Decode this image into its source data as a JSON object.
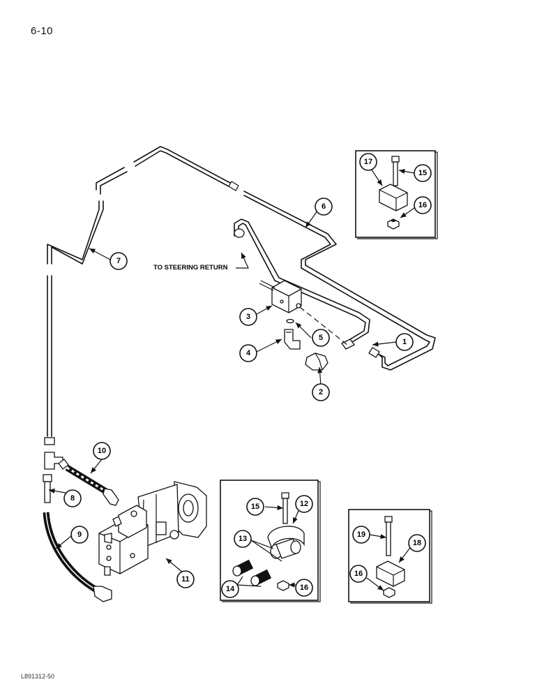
{
  "page_number": "6-10",
  "figure_id": "L891312-50",
  "label_steering_return": "TO STEERING RETURN",
  "callouts": [
    "1",
    "2",
    "3",
    "4",
    "5",
    "6",
    "7",
    "8",
    "9",
    "10",
    "11",
    "12",
    "13",
    "14",
    "15",
    "16",
    "17",
    "18",
    "19"
  ]
}
